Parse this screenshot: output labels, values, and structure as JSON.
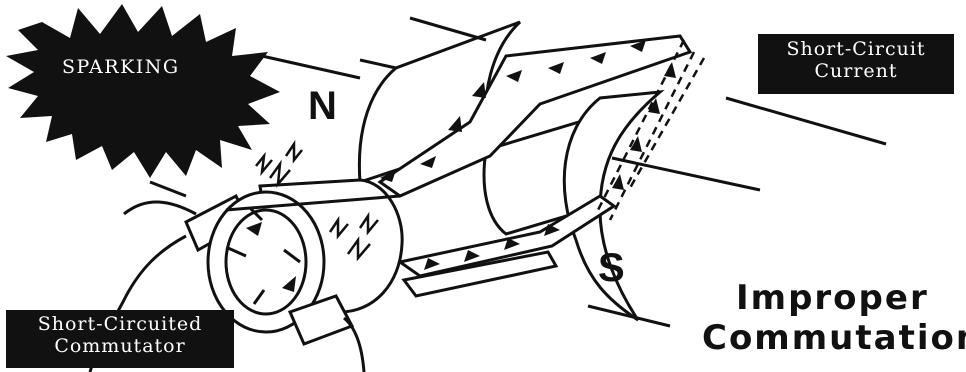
{
  "labels": {
    "sparking": "SPARKING",
    "short_circuit_current": [
      "Short-Circuit",
      "Current"
    ],
    "short_circuited_commutator": [
      "Short-Circuited",
      "Commutator"
    ],
    "pole_north": "N",
    "pole_south": "S",
    "title": [
      "Improper",
      "Commutation"
    ]
  },
  "colors": {
    "ink": "#111111",
    "paper": "#ffffff"
  },
  "icons": [
    "spark-icon",
    "current-arrow-icon"
  ]
}
